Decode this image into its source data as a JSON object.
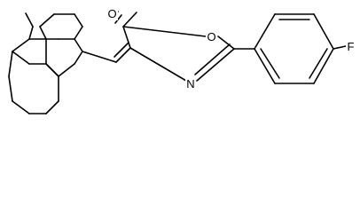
{
  "structure": {
    "labels": {
      "carbonyl_oxygen": "O",
      "ring_oxygen": "O",
      "ring_nitrogen": "N",
      "fluorine": "F"
    },
    "colors": {
      "bond": "#000000",
      "label": "#000000",
      "background": "#ffffff"
    }
  }
}
